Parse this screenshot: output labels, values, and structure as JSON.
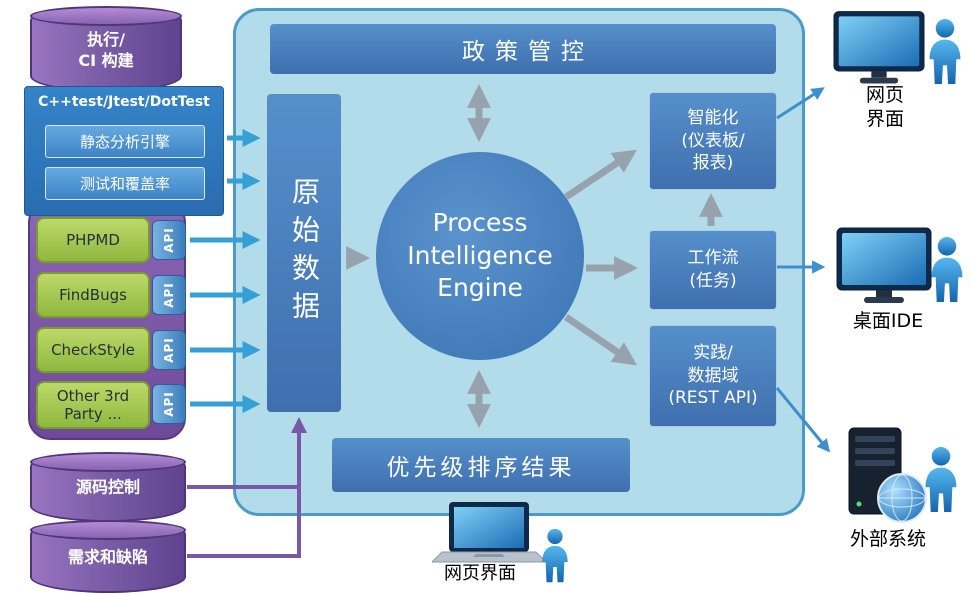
{
  "colors": {
    "purple": "#7b5ea7",
    "green": "#a9c855",
    "box_blue": "#4a7ebb",
    "panel_bg": "#b2dce9",
    "arrow_gray": "#98a2ac",
    "arrow_blue": "#3e8fd0",
    "arrow_teal": "#35a0d6"
  },
  "left": {
    "ci_build": "执行/\nCI 构建",
    "test_suite": {
      "title": "C++test/Jtest/DotTest",
      "engines": [
        "静态分析引擎",
        "测试和覆盖率"
      ]
    },
    "tools": [
      "PHPMD",
      "FindBugs",
      "CheckStyle",
      "Other 3rd Party ..."
    ],
    "api": "API",
    "source_control": "源码控制",
    "requirements": "需求和缺陷"
  },
  "platform": {
    "policy": "政策管控",
    "raw_data": "原始数据",
    "engine": "Process\nIntelligence\nEngine",
    "intelligence": "智能化\n(仪表板/\n报表)",
    "workflow": "工作流\n(任务)",
    "practices": "实践/\n数据域\n(REST API)",
    "results": "优先级排序结果"
  },
  "clients": {
    "web_top": "网页\n界面",
    "desktop_ide": "桌面IDE",
    "external": "外部系统",
    "web_bottom": "网页界面"
  }
}
